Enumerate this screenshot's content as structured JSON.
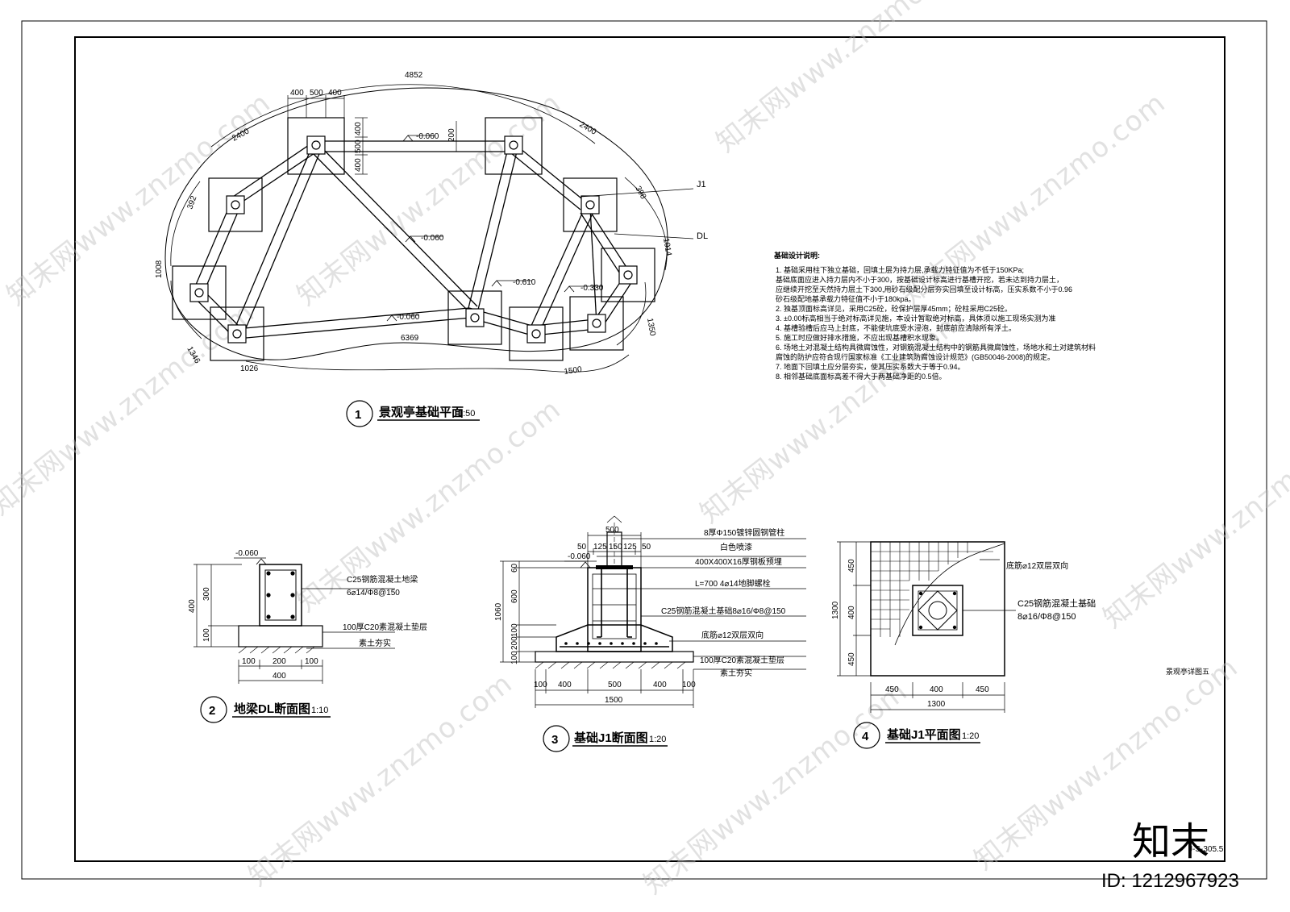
{
  "plan": {
    "title": "景观亭基础平面",
    "scale": "1:50",
    "num": "1",
    "dims": {
      "arc_top": "4852",
      "top_a": "400",
      "top_b": "500",
      "top_c": "400",
      "vert_a": "400",
      "vert_b": "500",
      "vert_c": "400",
      "d200": "200",
      "left_arc": "2400",
      "right_arc": "2400",
      "d392": "392",
      "d1008": "1008",
      "d1346": "1346",
      "d1026": "1026",
      "d6369": "6369",
      "d1500": "1500",
      "d1350": "1350",
      "d1014": "1014",
      "d398": "398"
    },
    "elev_top": "-0.060",
    "elev_mid": "-0.060",
    "elev_bottom": "-0.060",
    "elev_center": "-0.610",
    "elev_right": "-0.330",
    "tag_j1": "J1",
    "tag_dl": "DL"
  },
  "notes": {
    "heading": "基础设计说明:",
    "lines": [
      "1. 基础采用柱下独立基础，回填土层为持力层,承载力特征值为不低于150KPa;",
      "   基础底面应进入持力层内不小于300，按基础设计标高进行基槽开挖，若未达到持力层土，",
      "   应继续开挖至天然持力层土下300,用砂石级配分层夯实回填至设计标高，压实系数不小于0.96",
      "   砂石级配地基承载力特征值不小于180kpa。",
      "2. 独基顶面标高详见，采用C25砼，砼保护层厚45mm；砼柱采用C25砼。",
      "3. ±0.00标高相当于绝对标高详见施，本设计暂取绝对标高，具体须以施工现场实测为准",
      "4. 基槽验槽后应马上封底，不能使坑底受水浸泡，封底前应清除所有浮土。",
      "5. 施工时应做好排水措施，不应出现基槽积水现象。",
      "6. 场地土对混凝土结构具微腐蚀性，对钢筋混凝土结构中的钢筋具微腐蚀性，场地水和土对建筑材料",
      "   腐蚀的防护应符合现行国家标准《工业建筑防腐蚀设计规范》(GB50046-2008)的规定。",
      "7. 地面下回填土应分层夯实，使其压实系数大于等于0.94。",
      "8. 相邻基础底面标高差不得大于两基础净距的0.5倍。"
    ]
  },
  "dl": {
    "title": "地梁DL断面图",
    "scale": "1:10",
    "num": "2",
    "elev": "-0.060",
    "beam": "C25钢筋混凝土地梁",
    "rebar": "6⌀14/Φ8@150",
    "pad": "100厚C20素混凝土垫层",
    "soil": "素土夯实",
    "h400": "400",
    "h300": "300",
    "h100": "100",
    "w100a": "100",
    "w200": "200",
    "w100b": "100",
    "w400": "400"
  },
  "j1sec": {
    "title": "基础J1断面图",
    "scale": "1:20",
    "num": "3",
    "elev": "-0.060",
    "labels": [
      "8厚Φ150镀锌圆钢管柱",
      "白色喷漆",
      "400X400X16厚钢板预埋",
      "L=700 4⌀14地脚螺栓",
      "C25钢筋混凝土基础8⌀16/Φ8@150",
      "底筋⌀12双层双向",
      "100厚C20素混凝土垫层",
      "素土夯实"
    ],
    "top500": "500",
    "t50a": "50",
    "t125a": "125",
    "t150": "150",
    "t125b": "125",
    "t50b": "50",
    "h1060": "1060",
    "h60": "60",
    "h600": "600",
    "h100a": "100",
    "h200": "200",
    "h100b": "100",
    "b100a": "100",
    "b400a": "400",
    "b500": "500",
    "b400b": "400",
    "b100b": "100",
    "b1500": "1500"
  },
  "j1plan": {
    "title": "基础J1平面图",
    "scale": "1:20",
    "num": "4",
    "label_top": "底筋⌀12双层双向",
    "label_col1": "C25钢筋混凝土基础",
    "label_col2": "8⌀16/Φ8@150",
    "v450a": "450",
    "v400": "400",
    "v450b": "450",
    "v1300": "1300",
    "h450a": "450",
    "h400": "400",
    "h450b": "450",
    "h1300": "1300"
  },
  "sheet": {
    "drawing_name": "景观亭详图五",
    "sheet_no": "J-S-305.5",
    "brand": "知末",
    "id_text": "ID: 1212967923",
    "watermark": "知末网www.znzmo.com"
  }
}
